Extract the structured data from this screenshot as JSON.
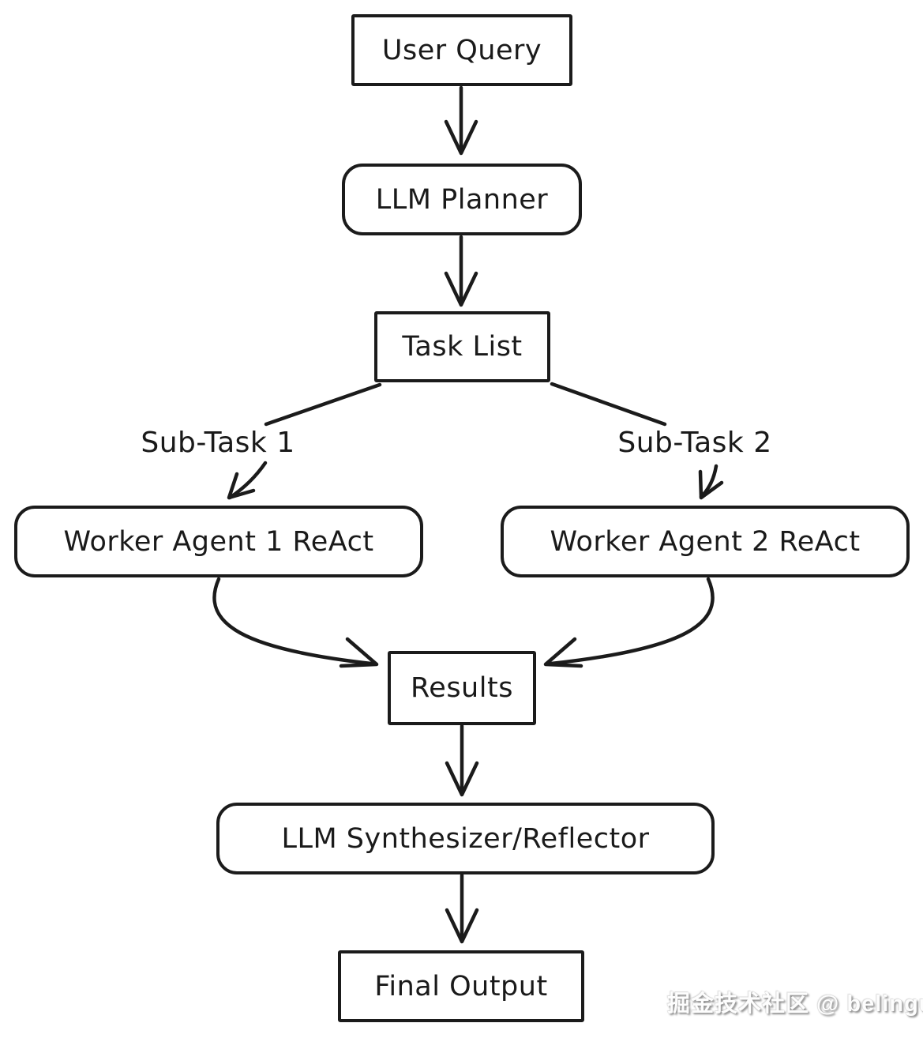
{
  "diagram": {
    "type": "flowchart",
    "style": "hand-drawn",
    "colors": {
      "background": "#ffffff",
      "stroke": "#1b1b1b",
      "text": "#1a1a1a"
    },
    "nodes": [
      {
        "id": "user-query",
        "label": "User Query",
        "shape": "rect"
      },
      {
        "id": "llm-planner",
        "label": "LLM Planner",
        "shape": "rounded"
      },
      {
        "id": "task-list",
        "label": "Task List",
        "shape": "rect"
      },
      {
        "id": "worker-agent-1",
        "label": "Worker Agent 1 ReAct",
        "shape": "rounded"
      },
      {
        "id": "worker-agent-2",
        "label": "Worker Agent 2 ReAct",
        "shape": "rounded"
      },
      {
        "id": "results",
        "label": "Results",
        "shape": "rect"
      },
      {
        "id": "llm-synthesizer",
        "label": "LLM Synthesizer/Reflector",
        "shape": "rounded"
      },
      {
        "id": "final-output",
        "label": "Final Output",
        "shape": "rect"
      }
    ],
    "edge_labels": [
      {
        "id": "sub-task-1",
        "label": "Sub-Task 1"
      },
      {
        "id": "sub-task-2",
        "label": "Sub-Task 2"
      }
    ],
    "edges": [
      {
        "from": "user-query",
        "to": "llm-planner",
        "arrow": true
      },
      {
        "from": "llm-planner",
        "to": "task-list",
        "arrow": true
      },
      {
        "from": "task-list",
        "to": "worker-agent-1",
        "arrow": true,
        "label": "Sub-Task 1"
      },
      {
        "from": "task-list",
        "to": "worker-agent-2",
        "arrow": true,
        "label": "Sub-Task 2"
      },
      {
        "from": "worker-agent-1",
        "to": "results",
        "arrow": true
      },
      {
        "from": "worker-agent-2",
        "to": "results",
        "arrow": true
      },
      {
        "from": "results",
        "to": "llm-synthesizer",
        "arrow": true
      },
      {
        "from": "llm-synthesizer",
        "to": "final-output",
        "arrow": true
      }
    ]
  },
  "watermark": {
    "text": "掘金技术社区 @ belingud"
  }
}
